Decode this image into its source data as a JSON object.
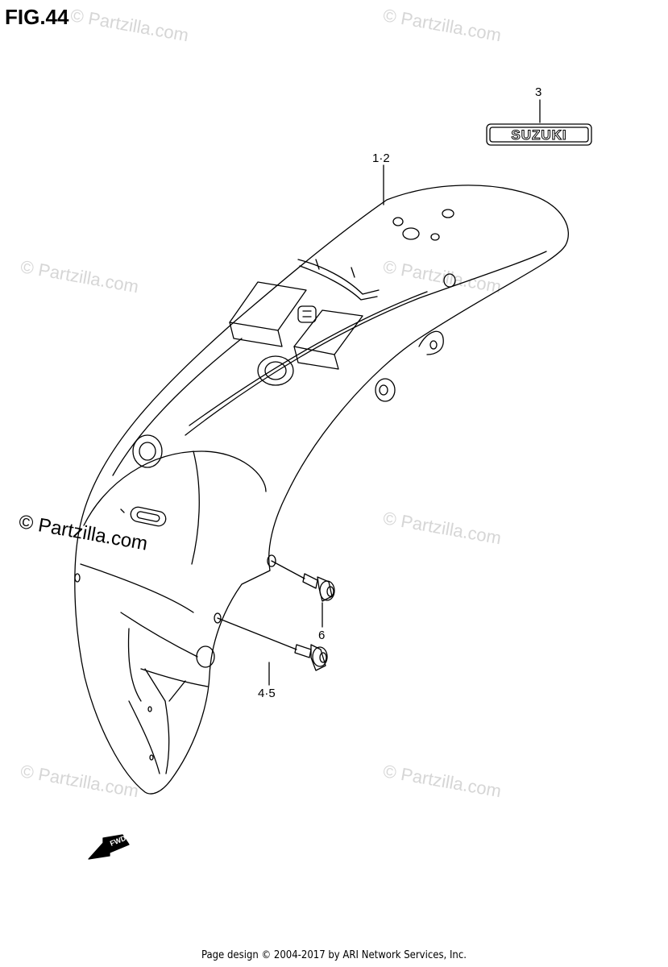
{
  "figure": {
    "title": "FIG.44"
  },
  "callouts": {
    "fender": "1·2",
    "emblem": "3",
    "bolt_upper": "6",
    "bolt_lower": "4·5"
  },
  "emblem_text": "SUZUKI",
  "fwd_label": "FWD",
  "watermarks": {
    "light": "© Partzilla.com",
    "dark": "© Partzilla.com"
  },
  "footer": "Page design © 2004-2017 by ARI Network Services, Inc."
}
